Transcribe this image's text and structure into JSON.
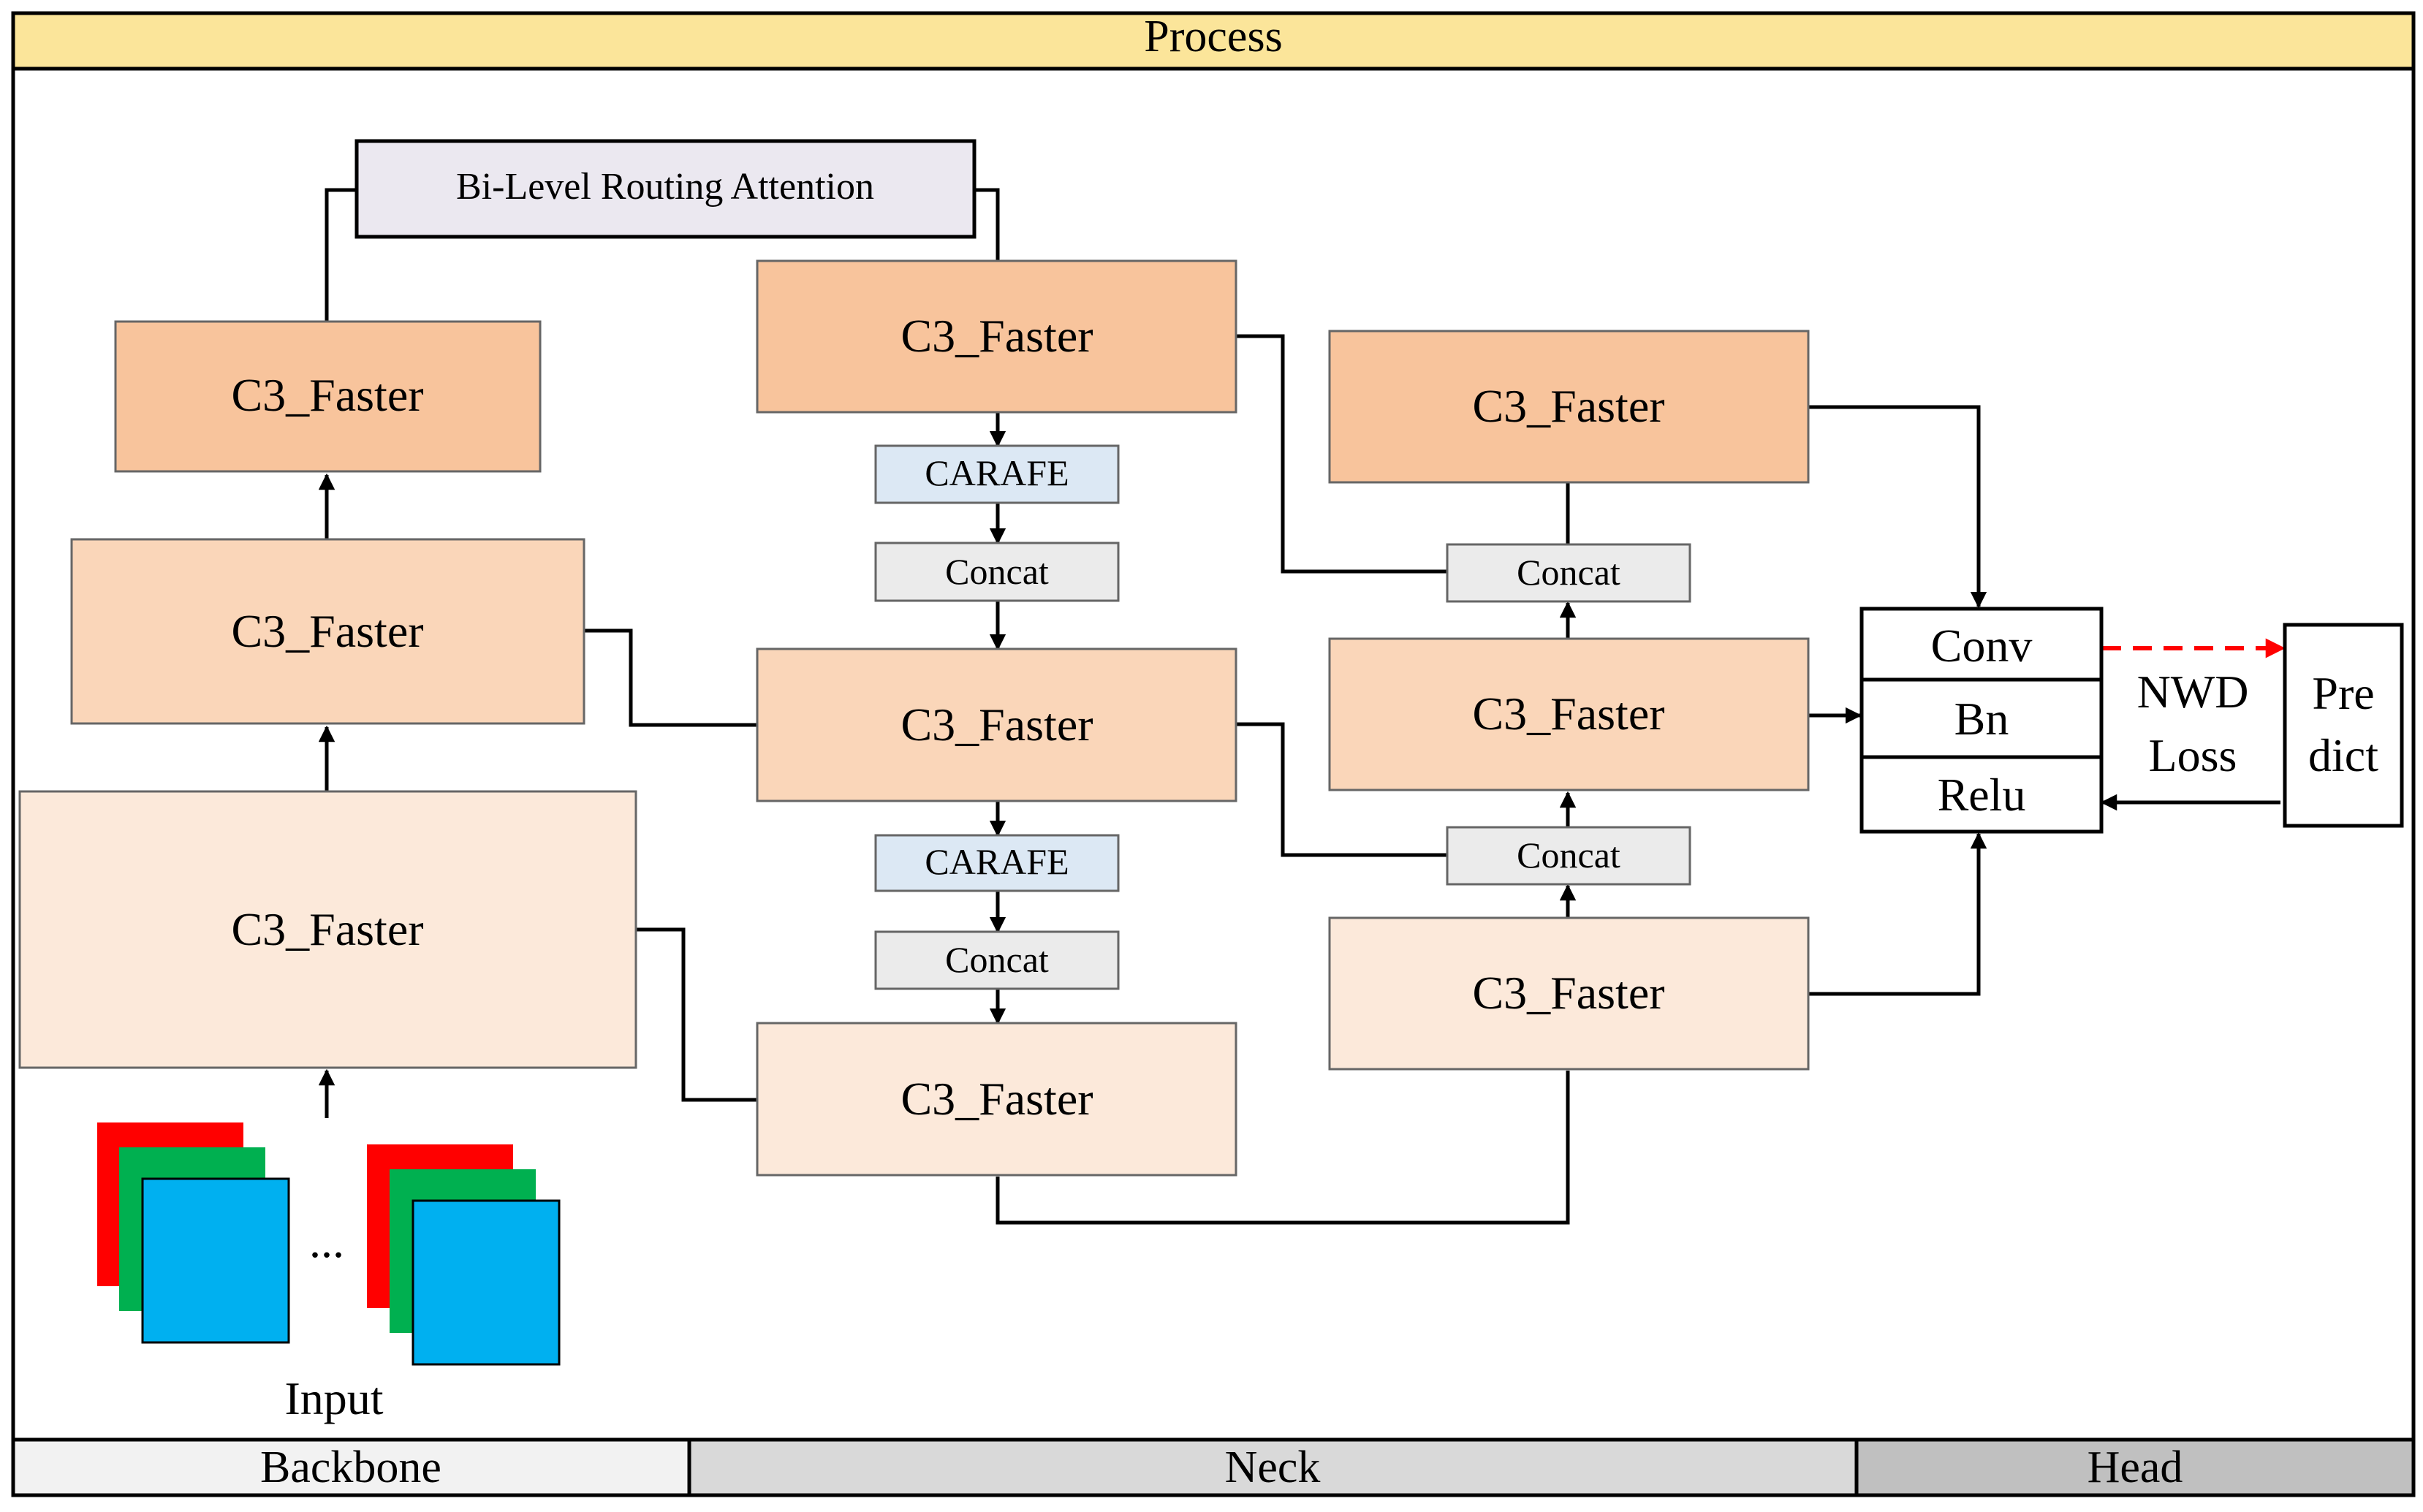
{
  "header": {
    "title": "Process"
  },
  "colors": {
    "header_bg": "#FBE59A",
    "c3_dark": "#F8C49C",
    "c3_mid": "#FAD6B9",
    "c3_light": "#FCE9DA",
    "carafe": "#DCE8F4",
    "concat": "#EBEBEB",
    "attention": "#EBE8F0",
    "sec_backbone": "#F2F2F2",
    "sec_neck": "#D9D9D9",
    "sec_head": "#C0C0C0",
    "img_red": "#FF0000",
    "img_green": "#00B050",
    "img_blue": "#00B0F0",
    "loss_arrow": "#FF0000"
  },
  "blocks": {
    "attention": "Bi-Level Routing Attention",
    "c3": "C3_Faster",
    "carafe": "CARAFE",
    "concat": "Concat"
  },
  "head": {
    "conv": "Conv",
    "bn": "Bn",
    "relu": "Relu",
    "loss_line1": "NWD",
    "loss_line2": "Loss",
    "predict_line1": "Pre",
    "predict_line2": "dict"
  },
  "input": {
    "label": "Input",
    "ellipsis": "..."
  },
  "sections": {
    "backbone": "Backbone",
    "neck": "Neck",
    "head": "Head"
  }
}
